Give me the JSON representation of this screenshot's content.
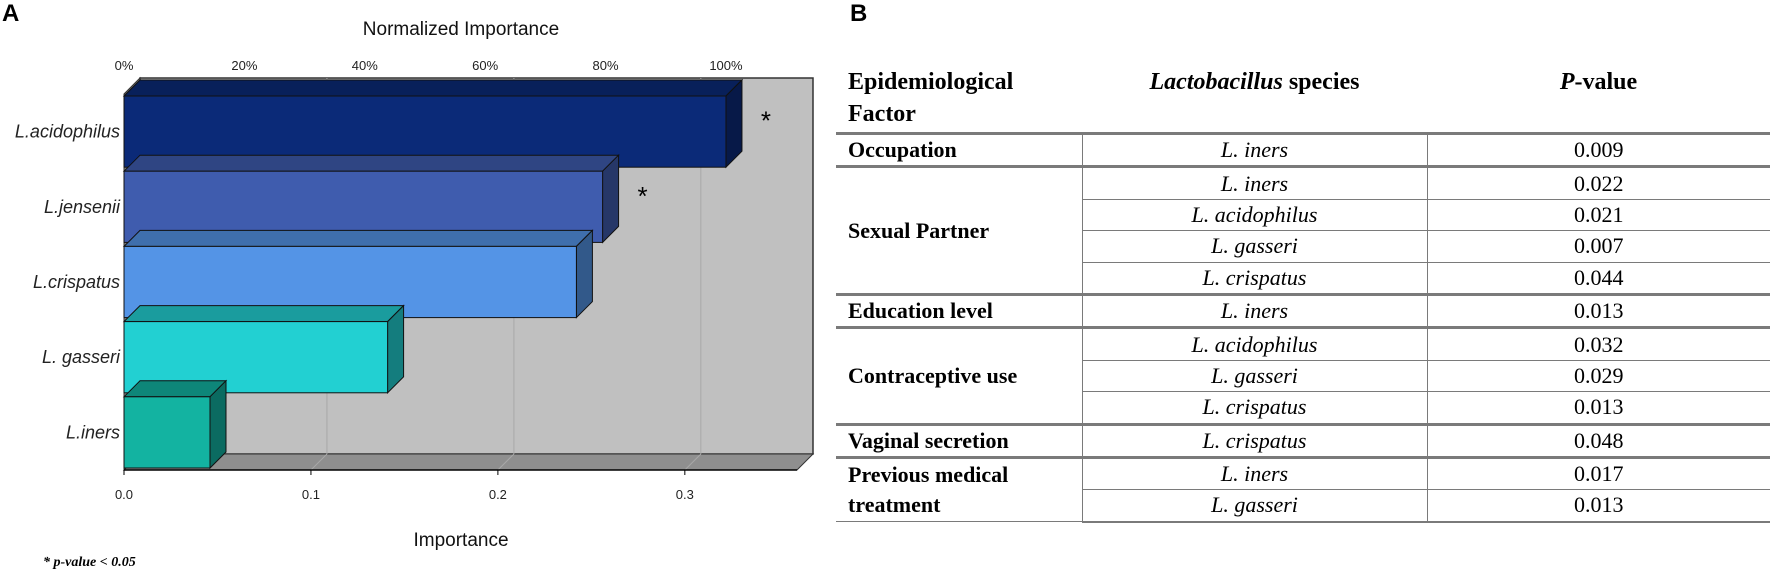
{
  "panel_labels": {
    "left": "A",
    "right": "B"
  },
  "chart_data": {
    "type": "bar",
    "orientation": "horizontal",
    "style": "3d",
    "title": "Normalized Importance",
    "xlabel": "Importance",
    "ylabel": "",
    "categories": [
      "L.acidophilus",
      "L.jensenii",
      "L.crispatus",
      "L. gasseri",
      "L.iners"
    ],
    "values": [
      0.322,
      0.256,
      0.242,
      0.141,
      0.046
    ],
    "xlim": [
      0,
      0.36
    ],
    "bottom_ticks": [
      "0.0",
      "0.1",
      "0.2",
      "0.3"
    ],
    "bottom_tick_values": [
      0,
      0.1,
      0.2,
      0.3
    ],
    "top_ticks": [
      "0%",
      "20%",
      "40%",
      "60%",
      "80%",
      "100%"
    ],
    "top_tick_values": [
      0,
      0.2,
      0.4,
      0.6,
      0.8,
      1.0
    ],
    "significant": [
      true,
      true,
      false,
      false,
      false
    ],
    "significance_marker": "*",
    "footnote": "* p-value < 0.05",
    "colors": [
      "#0b2a78",
      "#3f5cae",
      "#5494e6",
      "#22d0d2",
      "#13b3a1"
    ],
    "grid": true,
    "background": "#c0c0c0"
  },
  "table": {
    "headers": {
      "factor_line1": "Epidemiological",
      "factor_line2": "Factor",
      "species_italic": "Lactobacillus",
      "species_rest": " species",
      "p_italic": "P",
      "p_rest": "-value"
    },
    "groups": [
      {
        "factor": "Occupation",
        "rows": [
          {
            "species": "L. iners",
            "p": "0.009"
          }
        ]
      },
      {
        "factor": "Sexual Partner",
        "rows": [
          {
            "species": "L. iners",
            "p": "0.022"
          },
          {
            "species": "L. acidophilus",
            "p": "0.021"
          },
          {
            "species": "L. gasseri",
            "p": "0.007"
          },
          {
            "species": "L. crispatus",
            "p": "0.044"
          }
        ]
      },
      {
        "factor": "Education level",
        "rows": [
          {
            "species": "L. iners",
            "p": "0.013"
          }
        ]
      },
      {
        "factor": "Contraceptive use",
        "rows": [
          {
            "species": "L. acidophilus",
            "p": "0.032"
          },
          {
            "species": "L. gasseri",
            "p": "0.029"
          },
          {
            "species": "L. crispatus",
            "p": "0.013"
          }
        ]
      },
      {
        "factor": "Vaginal secretion",
        "rows": [
          {
            "species": "L. crispatus",
            "p": "0.048"
          }
        ]
      },
      {
        "factor": "Previous medical treatment",
        "rows": [
          {
            "species": "L. iners",
            "p": "0.017"
          },
          {
            "species": "L. gasseri",
            "p": "0.013"
          }
        ]
      }
    ]
  }
}
